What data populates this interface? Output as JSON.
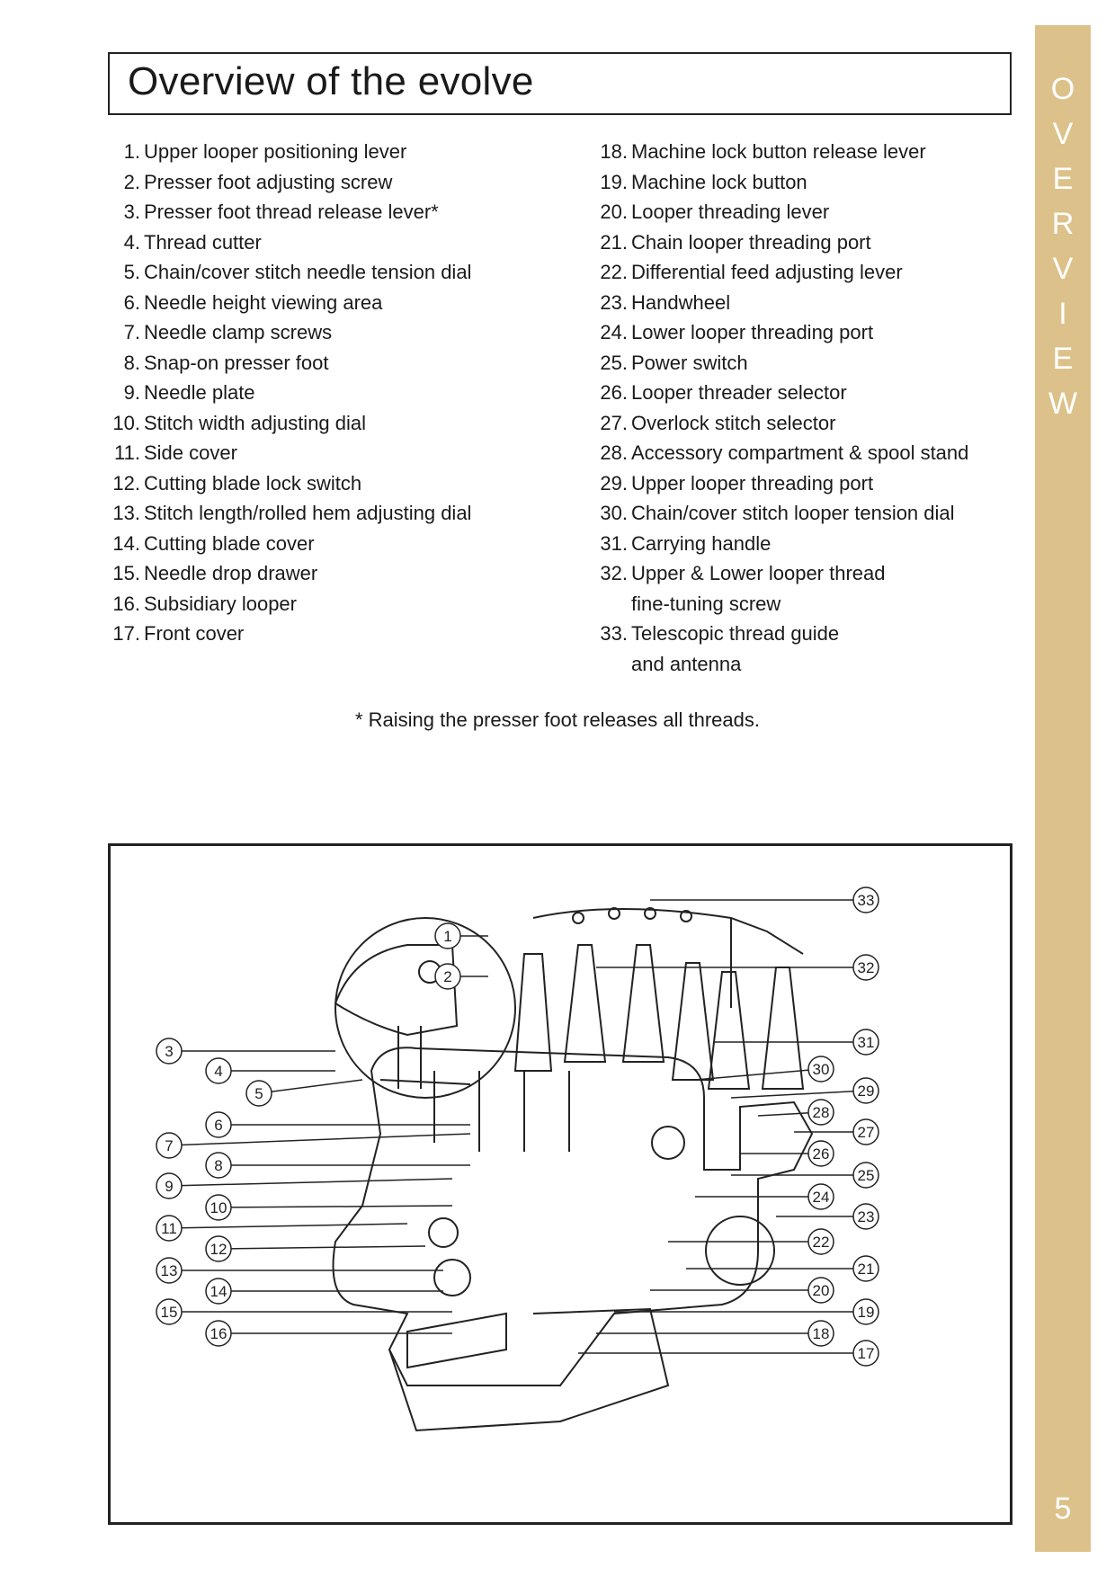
{
  "header": {
    "title": "Overview of the evolve"
  },
  "side_tab": {
    "letters": [
      "O",
      "V",
      "E",
      "R",
      "V",
      "I",
      "E",
      "W"
    ],
    "page_number": "5"
  },
  "parts_left": [
    {
      "num": "1.",
      "label": "Upper looper positioning lever"
    },
    {
      "num": "2.",
      "label": "Presser foot adjusting screw"
    },
    {
      "num": "3.",
      "label": "Presser foot thread release lever*"
    },
    {
      "num": "4.",
      "label": "Thread cutter"
    },
    {
      "num": "5.",
      "label": "Chain/cover stitch needle tension dial"
    },
    {
      "num": "6.",
      "label": "Needle height viewing area"
    },
    {
      "num": "7.",
      "label": "Needle clamp screws"
    },
    {
      "num": "8.",
      "label": "Snap-on presser foot"
    },
    {
      "num": "9.",
      "label": "Needle plate"
    },
    {
      "num": "10.",
      "label": "Stitch width adjusting dial"
    },
    {
      "num": "11.",
      "label": "Side cover"
    },
    {
      "num": "12.",
      "label": "Cutting blade lock switch"
    },
    {
      "num": "13.",
      "label": "Stitch length/rolled hem adjusting dial"
    },
    {
      "num": "14.",
      "label": "Cutting blade cover"
    },
    {
      "num": "15.",
      "label": "Needle drop drawer"
    },
    {
      "num": "16.",
      "label": "Subsidiary looper"
    },
    {
      "num": "17.",
      "label": "Front cover"
    }
  ],
  "parts_right": [
    {
      "num": "18.",
      "label": "Machine lock button release lever"
    },
    {
      "num": "19.",
      "label": "Machine lock button"
    },
    {
      "num": "20.",
      "label": "Looper threading lever"
    },
    {
      "num": "21.",
      "label": "Chain looper threading port"
    },
    {
      "num": "22.",
      "label": "Differential feed adjusting lever"
    },
    {
      "num": "23.",
      "label": "Handwheel"
    },
    {
      "num": "24.",
      "label": "Lower looper threading port"
    },
    {
      "num": "25.",
      "label": "Power switch"
    },
    {
      "num": "26.",
      "label": "Looper threader selector"
    },
    {
      "num": "27.",
      "label": "Overlock stitch selector"
    },
    {
      "num": "28.",
      "label": "Accessory compartment & spool stand"
    },
    {
      "num": "29.",
      "label": "Upper looper threading port"
    },
    {
      "num": "30.",
      "label": "Chain/cover stitch looper tension dial"
    },
    {
      "num": "31.",
      "label": "Carrying handle"
    },
    {
      "num": "32.",
      "label": "Upper & Lower looper thread",
      "cont": "fine-tuning screw"
    },
    {
      "num": "33.",
      "label": "Telescopic thread guide",
      "cont": "and antenna"
    }
  ],
  "footnote": "* Raising the presser foot releases all threads.",
  "callouts": {
    "left": [
      "1",
      "2",
      "3",
      "4",
      "5",
      "6",
      "7",
      "8",
      "9",
      "10",
      "11",
      "12",
      "13",
      "14",
      "15",
      "16"
    ],
    "right": [
      "33",
      "32",
      "31",
      "30",
      "29",
      "28",
      "27",
      "26",
      "25",
      "24",
      "23",
      "22",
      "21",
      "20",
      "19",
      "18",
      "17"
    ]
  },
  "colors": {
    "tab": "#dcc28a",
    "tab_text": "#ffffff",
    "ink": "#1a1a1a"
  }
}
